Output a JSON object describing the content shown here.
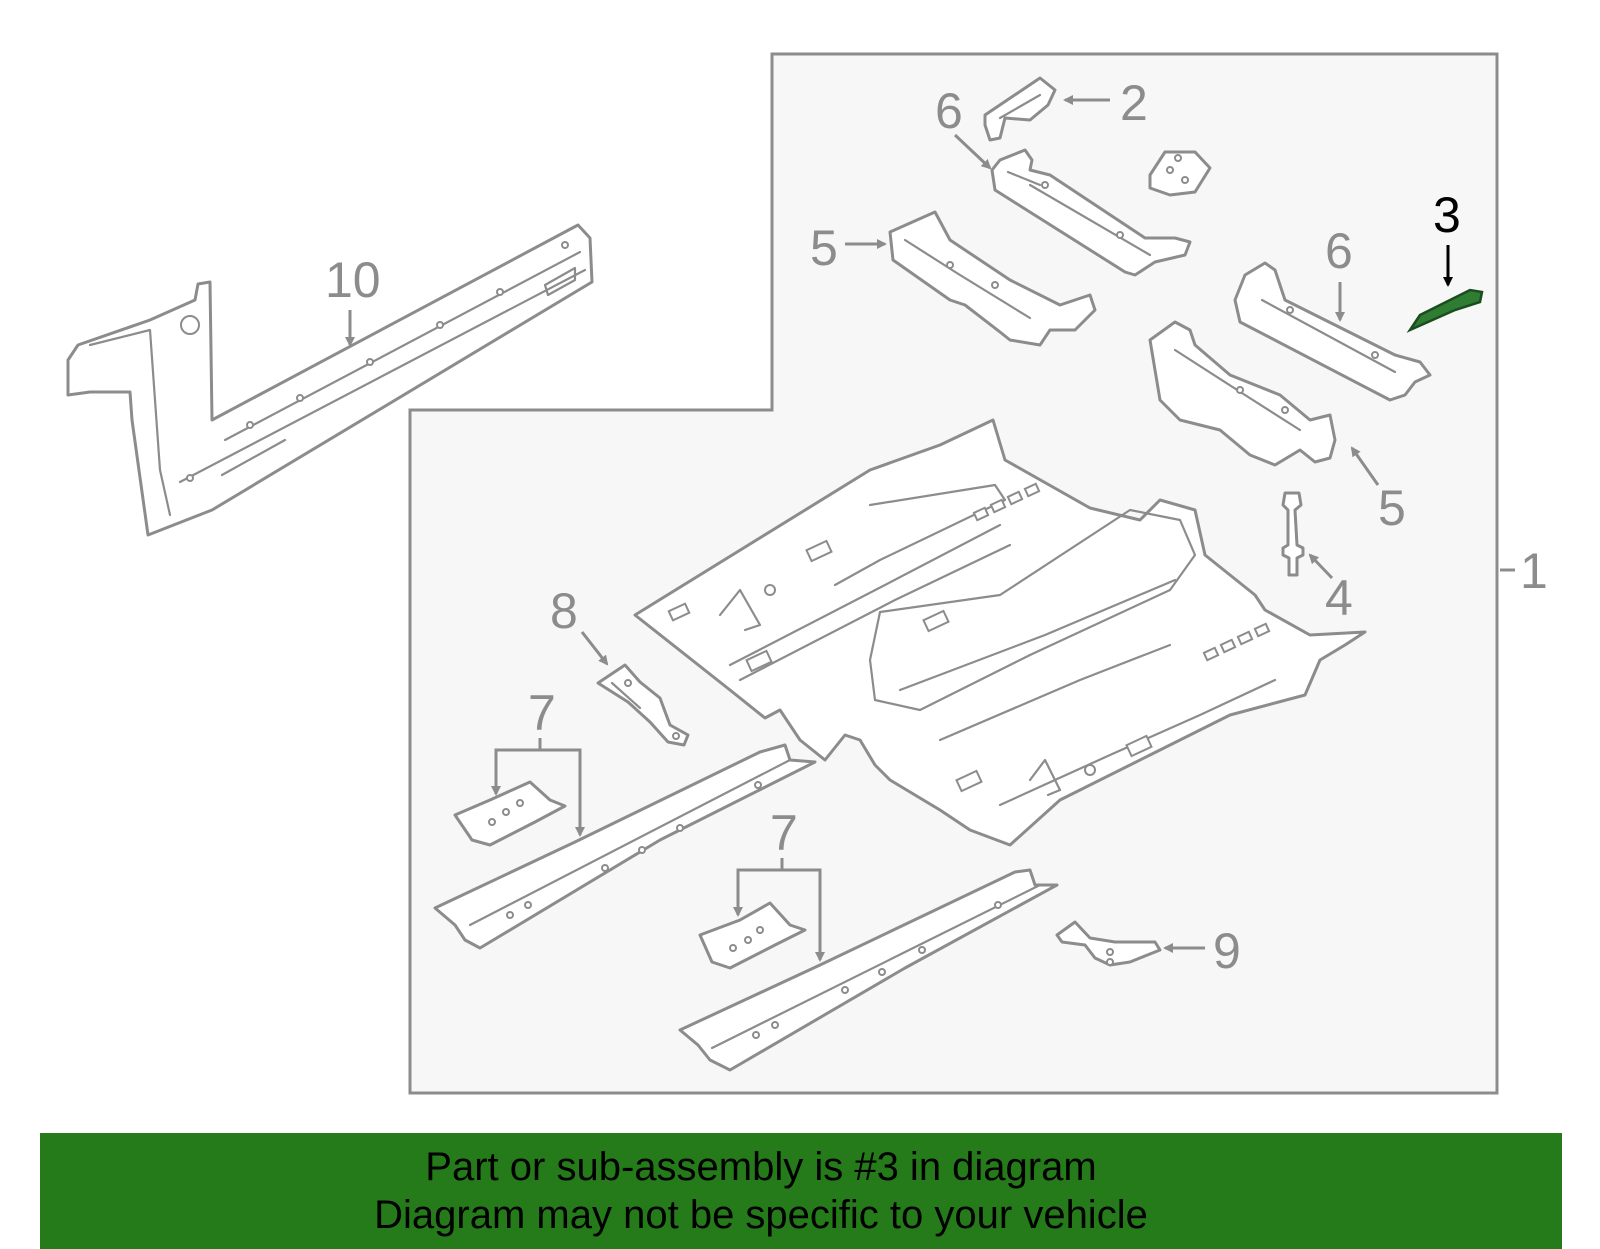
{
  "diagram": {
    "callouts": {
      "c1": "1",
      "c2": "2",
      "c3": "3",
      "c4": "4",
      "c5a": "5",
      "c5b": "5",
      "c6a": "6",
      "c6b": "6",
      "c7a": "7",
      "c7b": "7",
      "c8": "8",
      "c9": "9",
      "c10": "10"
    },
    "highlighted_part": "3",
    "colors": {
      "line": "#8c8c8c",
      "panel_fill": "#f7f7f7",
      "highlight": "#2e7d32",
      "banner": "#257a1a"
    }
  },
  "banner": {
    "line1": "Part or sub-assembly is #3 in diagram",
    "line2": "Diagram may not be specific to your vehicle"
  }
}
